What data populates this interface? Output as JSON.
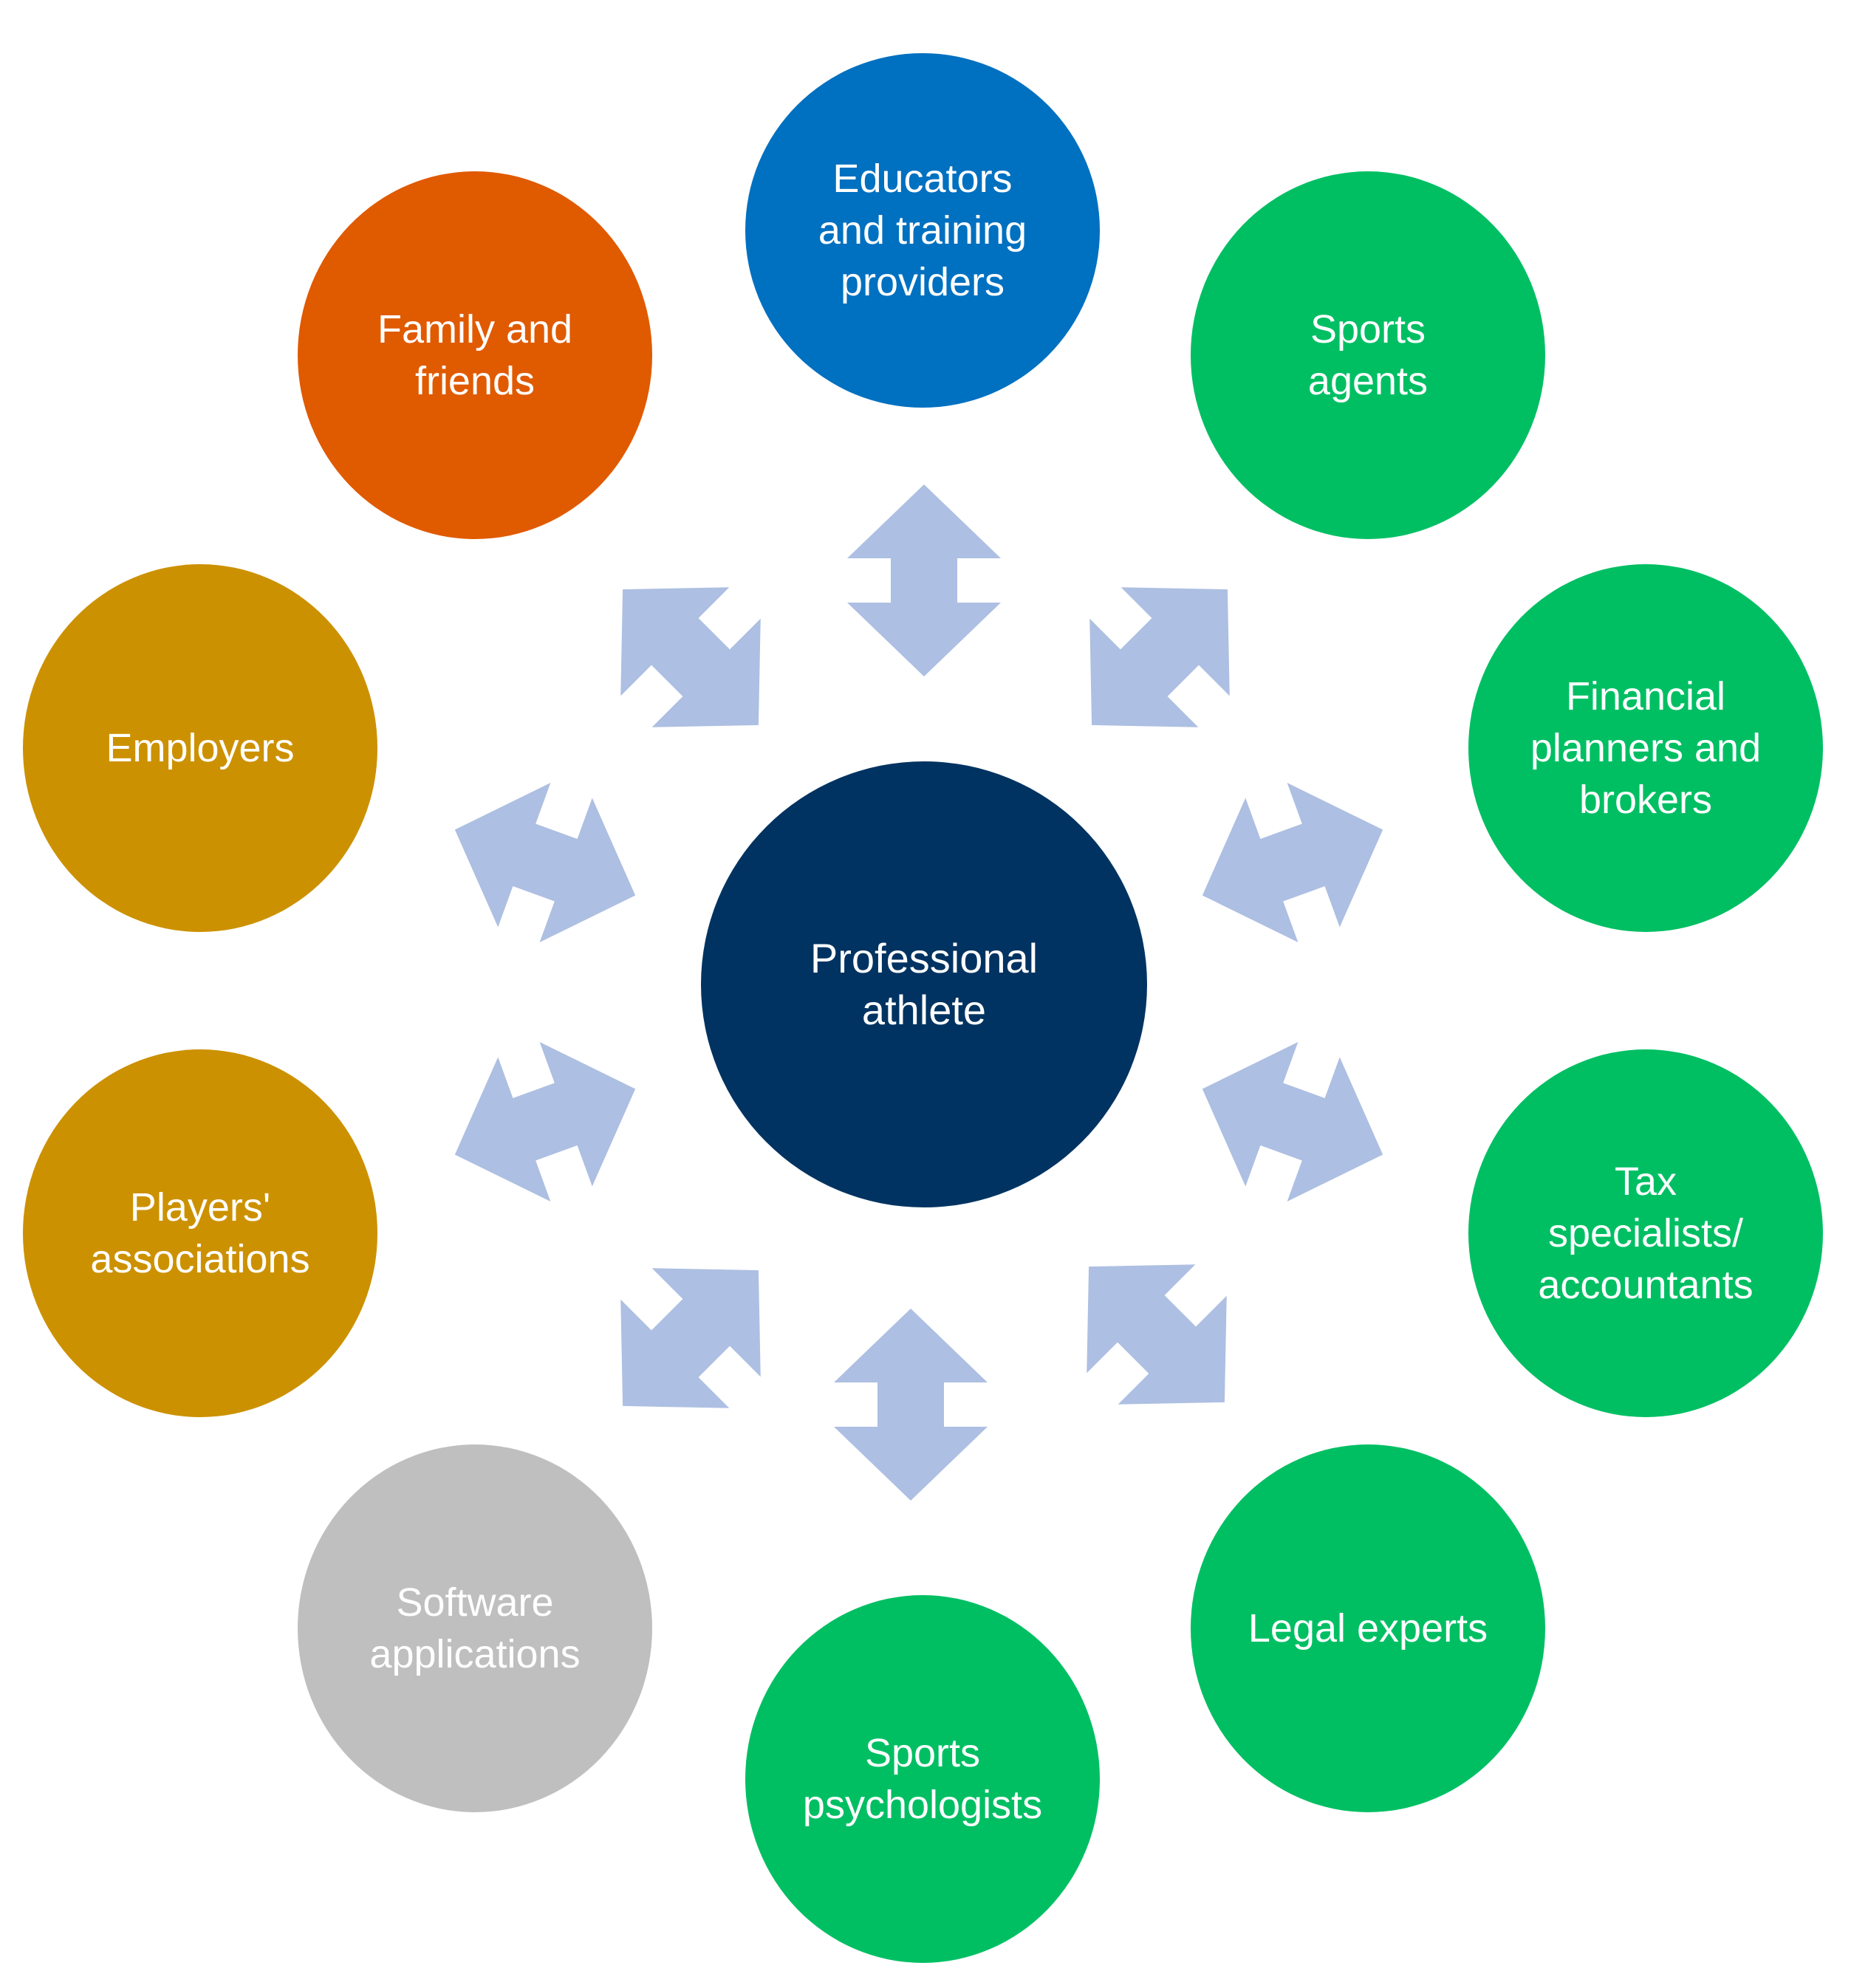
{
  "diagram": {
    "center": {
      "label": "Professional\nathlete",
      "color": "#003361"
    },
    "nodes": [
      {
        "id": "educators",
        "label": "Educators\nand training\nproviders",
        "color": "#0070C0"
      },
      {
        "id": "sports-agents",
        "label": "Sports\nagents",
        "color": "#00BF63"
      },
      {
        "id": "financial-planners",
        "label": "Financial\nplanners and\nbrokers",
        "color": "#00BF63"
      },
      {
        "id": "tax-specialists",
        "label": "Tax\nspecialists/\naccountants",
        "color": "#00BF63"
      },
      {
        "id": "legal-experts",
        "label": "Legal experts",
        "color": "#00BF63"
      },
      {
        "id": "sports-psychologists",
        "label": "Sports\npsychologists",
        "color": "#00BF63"
      },
      {
        "id": "software-applications",
        "label": "Software\napplications",
        "color": "#BFBFBF"
      },
      {
        "id": "players-associations",
        "label": "Players'\nassociations",
        "color": "#CC9100"
      },
      {
        "id": "employers",
        "label": "Employers",
        "color": "#CC9100"
      },
      {
        "id": "family-friends",
        "label": "Family and\nfriends",
        "color": "#E05A00"
      }
    ],
    "arrow_color": "#ADBFE2"
  }
}
